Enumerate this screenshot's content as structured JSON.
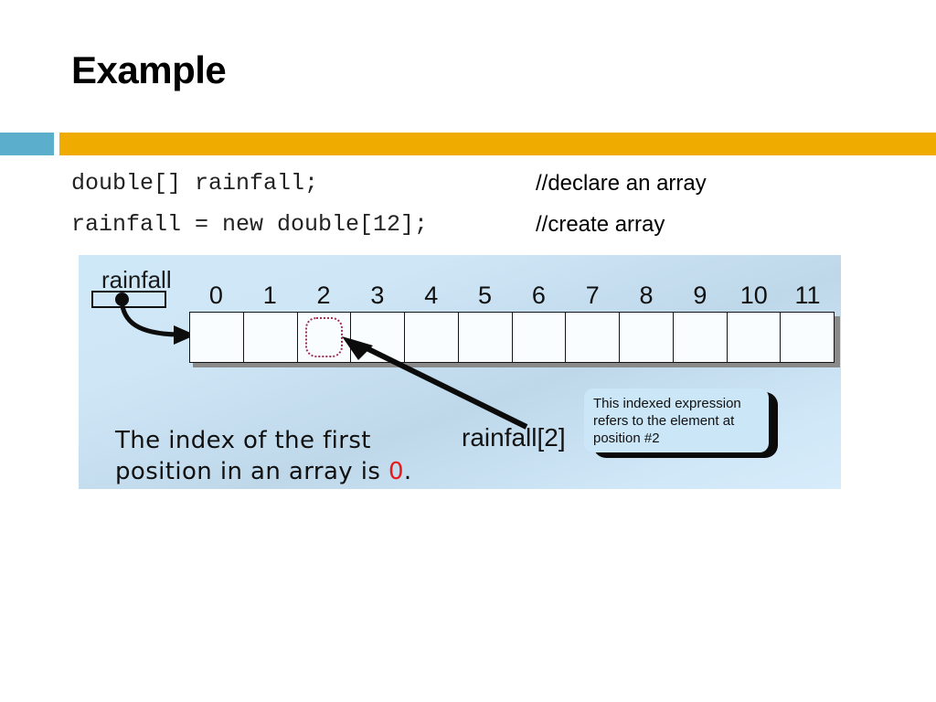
{
  "slide": {
    "title": "Example"
  },
  "theme": {
    "accent_teal": "#5bafcc",
    "accent_gold": "#f0ab00",
    "highlight_red": "#9e3050",
    "note_red": "#e8191b",
    "diagram_bg": "#cfe8f8"
  },
  "code": {
    "line1": "double[] rainfall;",
    "line2": "rainfall = new double[12];",
    "comment1": "//declare an array",
    "comment2": "//create array"
  },
  "diagram": {
    "variable_name": "rainfall",
    "indices": [
      "0",
      "1",
      "2",
      "3",
      "4",
      "5",
      "6",
      "7",
      "8",
      "9",
      "10",
      "11"
    ],
    "highlighted_index": 2,
    "expression_label": "rainfall[2]",
    "callout_text": "This indexed expression refers to the element at position #2",
    "note_line1": "The index of the first",
    "note_line2_pre": "position in an array is ",
    "note_zero": "0",
    "note_line2_post": "."
  }
}
